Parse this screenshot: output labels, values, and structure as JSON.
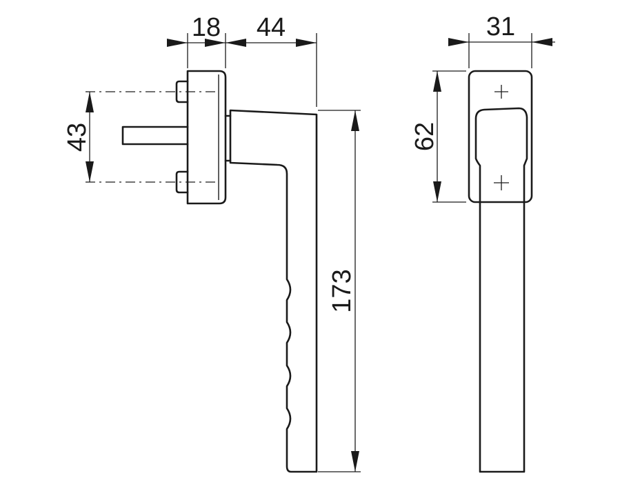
{
  "drawing": {
    "dimensions": {
      "mount_depth": "18",
      "handle_offset": "44",
      "screw_spacing": "43",
      "handle_length": "173",
      "rosette_width": "31",
      "rosette_height": "62"
    },
    "line_color": "#1a1a1a",
    "background": "#ffffff"
  }
}
